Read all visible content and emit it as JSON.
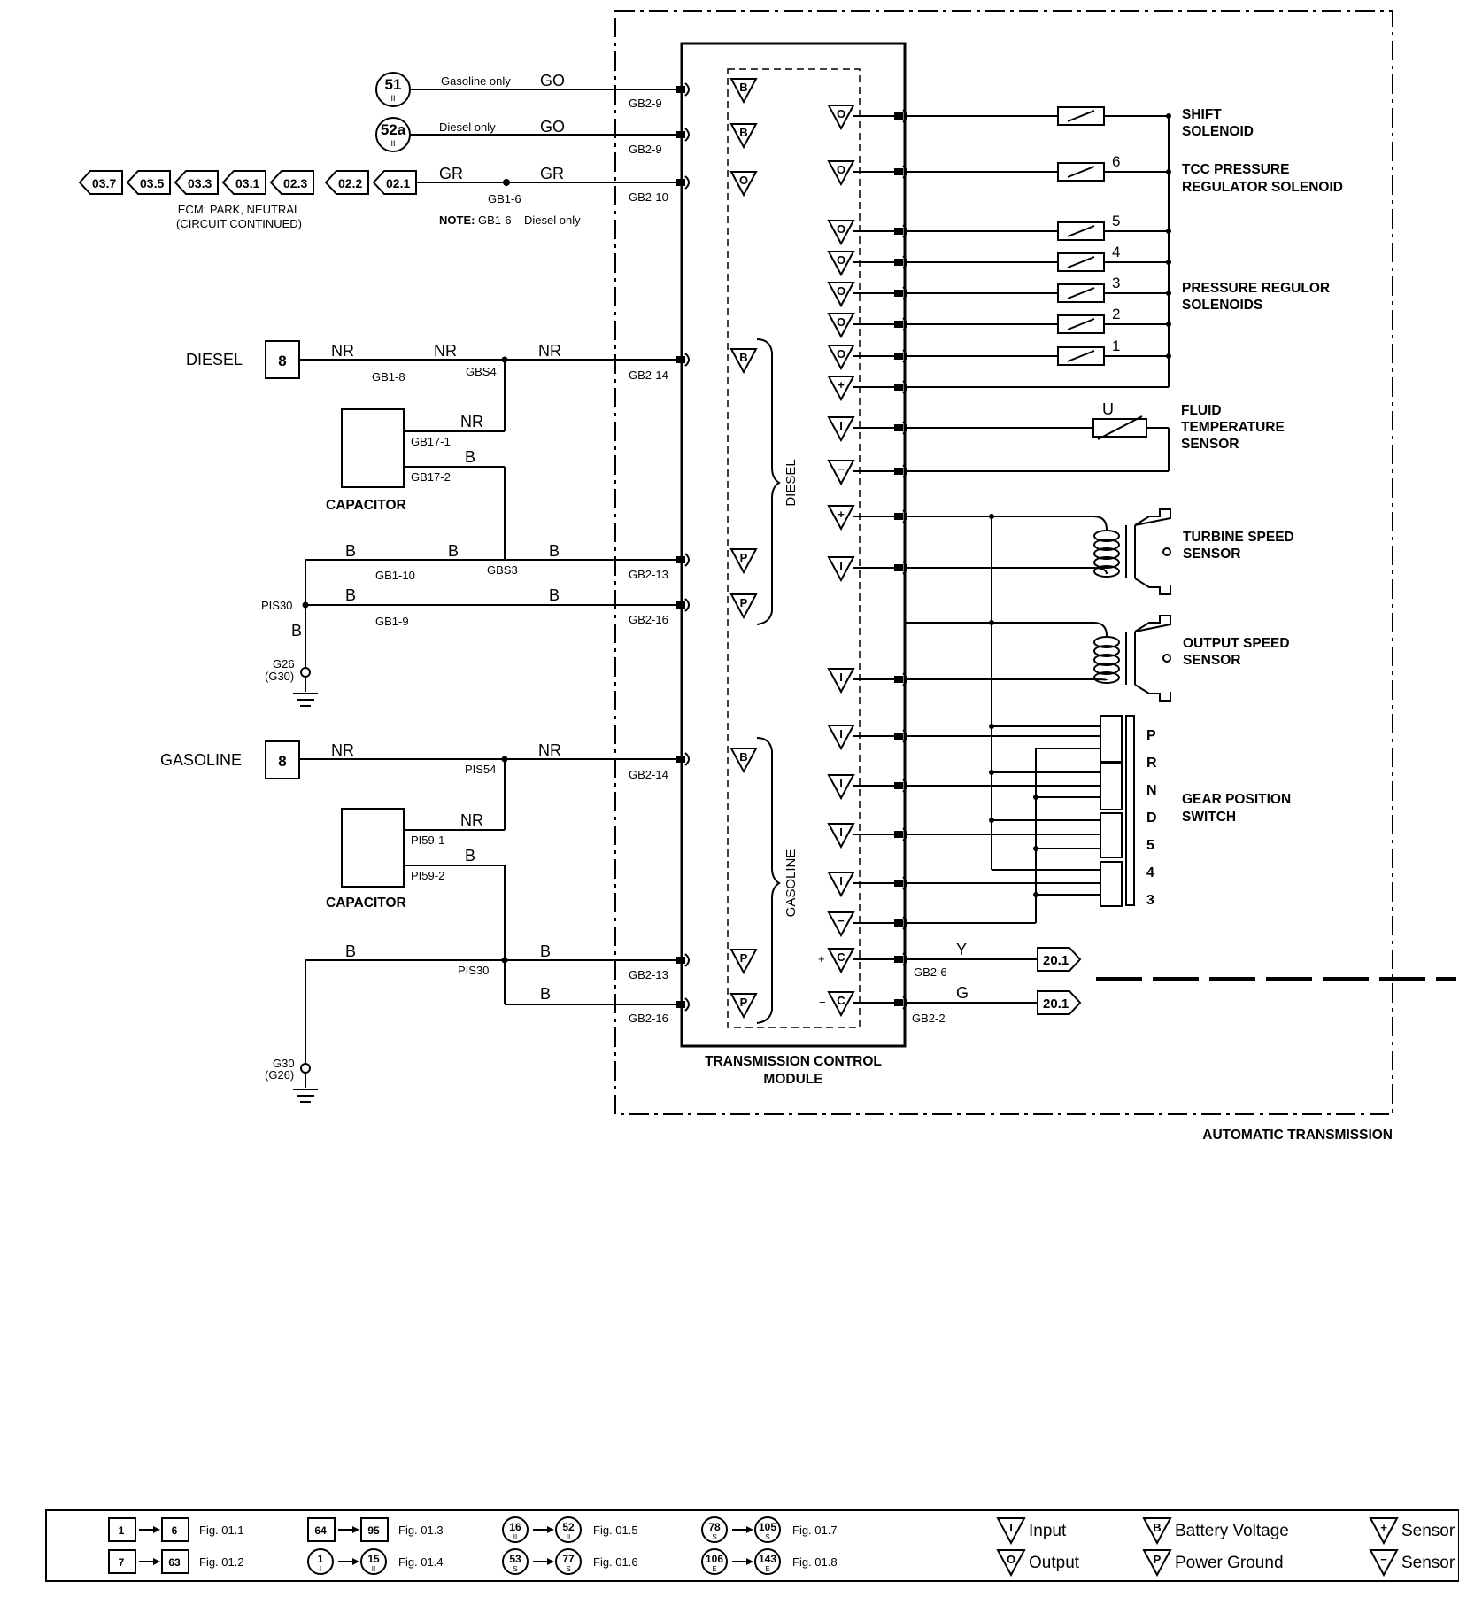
{
  "boundary_label": "AUTOMATIC TRANSMISSION",
  "module_title": [
    "TRANSMISSION CONTROL",
    "MODULE"
  ],
  "section_labels": {
    "diesel": "DIESEL",
    "gasoline": "GASOLINE"
  },
  "top_circuits": {
    "circle_51": {
      "num": "51",
      "sub": "II",
      "note": "Gasoline only",
      "wire": "GO",
      "pin": "GB2-9"
    },
    "circle_52a": {
      "num": "52a",
      "sub": "II",
      "note": "Diesel only",
      "wire": "GO",
      "pin": "GB2-9"
    },
    "ecm": {
      "refs": [
        "03.7",
        "03.5",
        "03.3",
        "03.1",
        "02.3",
        "02.2",
        "02.1"
      ],
      "wire_left": "GR",
      "wire_right": "GR",
      "connector": "GB1-6",
      "pin": "GB2-10",
      "desc_line1": "ECM: PARK, NEUTRAL",
      "desc_line2": "(CIRCUIT CONTINUED)",
      "note_bold": "NOTE:",
      "note_text": "GB1-6 – Diesel only"
    }
  },
  "diesel": {
    "label": "DIESEL",
    "box": "8",
    "wire1": "NR",
    "conn1": "GB1-8",
    "wire2": "NR",
    "splice1": "GBS4",
    "wire3": "NR",
    "pin_b": "GB2-14",
    "cap_wire1": "NR",
    "cap_pin1": "GB17-1",
    "cap_wire2": "B",
    "cap_pin2": "GB17-2",
    "capacitor": "CAPACITOR",
    "gnd_wire_a": "B",
    "gnd_conn_a": "GB1-10",
    "gnd_wire_a2": "B",
    "splice2": "GBS3",
    "gnd_wire_a3": "B",
    "pin_p1": "GB2-13",
    "splice3": "PIS30",
    "gnd_wire_b": "B",
    "gnd_conn_b": "GB1-9",
    "gnd_wire_b2": "B",
    "pin_p2": "GB2-16",
    "ground_wire": "B",
    "ground": "G26",
    "ground_alt": "(G30)"
  },
  "gasoline": {
    "label": "GASOLINE",
    "box": "8",
    "wire1": "NR",
    "splice1": "PIS54",
    "wire2": "NR",
    "pin_b": "GB2-14",
    "cap_wire1": "NR",
    "cap_pin1": "PI59-1",
    "cap_wire2": "B",
    "cap_pin2": "PI59-2",
    "capacitor": "CAPACITOR",
    "gnd_wire_a": "B",
    "splice2": "PIS30",
    "gnd_wire_a2": "B",
    "pin_p1": "GB2-13",
    "gnd_wire_b": "B",
    "pin_p2": "GB2-16",
    "ground": "G30",
    "ground_alt": "(G26)"
  },
  "tcm_symbols": {
    "B": "B",
    "O": "O",
    "P": "P",
    "I": "I",
    "plus": "+",
    "minus": "−",
    "C": "C"
  },
  "right_side": {
    "shift_solenoid": [
      "SHIFT",
      "SOLENOID"
    ],
    "tcc": [
      "TCC PRESSURE",
      "REGULATOR SOLENOID"
    ],
    "pressure": [
      "PRESSURE REGULOR",
      "SOLENOIDS"
    ],
    "wire_numbers": [
      "6",
      "5",
      "4",
      "3",
      "2",
      "1"
    ],
    "fluid_temp": [
      "FLUID",
      "TEMPERATURE",
      "SENSOR"
    ],
    "fluid_wire": "U",
    "turbine": [
      "TURBINE SPEED",
      "SENSOR"
    ],
    "output": [
      "OUTPUT SPEED",
      "SENSOR"
    ],
    "gear_switch": [
      "GEAR POSITION",
      "SWITCH"
    ],
    "gear_letters": [
      "P",
      "R",
      "N",
      "D",
      "5",
      "4",
      "3"
    ],
    "can_high": {
      "sign": "+",
      "wire": "Y",
      "pin": "GB2-6",
      "ref": "20.1"
    },
    "can_low": {
      "sign": "−",
      "wire": "G",
      "pin": "GB2-2",
      "ref": "20.1"
    }
  },
  "legend": {
    "rows": [
      {
        "from": "1",
        "to": "6",
        "fig": "Fig. 01.1"
      },
      {
        "from": "7",
        "to": "63",
        "fig": "Fig. 01.2"
      },
      {
        "from": "64",
        "to": "95",
        "fig": "Fig. 01.3"
      },
      {
        "from": "1",
        "from_sub": "I",
        "to": "15",
        "to_sub": "II",
        "fig": "Fig. 01.4"
      },
      {
        "from": "16",
        "from_sub": "II",
        "to": "52",
        "to_sub": "II",
        "fig": "Fig. 01.5"
      },
      {
        "from": "53",
        "from_sub": "S",
        "to": "77",
        "to_sub": "S",
        "fig": "Fig. 01.6"
      },
      {
        "from": "78",
        "from_sub": "S",
        "to": "105",
        "to_sub": "S",
        "fig": "Fig. 01.7"
      },
      {
        "from": "106",
        "from_sub": "E",
        "to": "143",
        "to_sub": "E",
        "fig": "Fig. 01.8"
      }
    ],
    "symbols": [
      {
        "symbol": "I",
        "label": "Input"
      },
      {
        "symbol": "O",
        "label": "Output"
      },
      {
        "symbol": "B",
        "label": "Battery Voltage"
      },
      {
        "symbol": "P",
        "label": "Power Ground"
      },
      {
        "symbol": "+",
        "label": "Sensor"
      },
      {
        "symbol": "−",
        "label": "Sensor"
      }
    ]
  }
}
